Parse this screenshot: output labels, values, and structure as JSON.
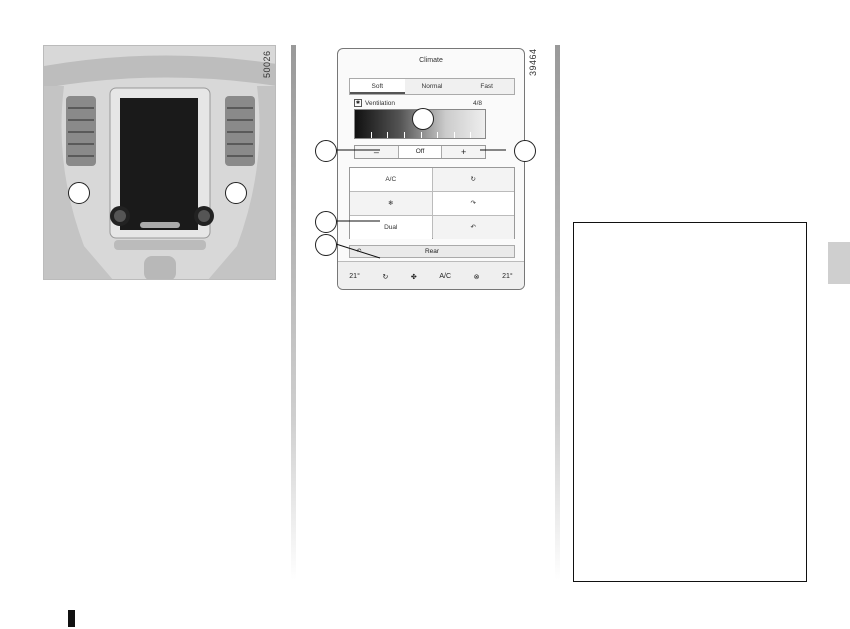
{
  "figure1": {
    "number": "50026",
    "callouts": [
      "",
      ""
    ]
  },
  "figure2": {
    "number": "39464",
    "screen_title": "Climate",
    "modes": [
      "Soft",
      "Normal",
      "Fast"
    ],
    "active_mode": "Soft",
    "ventilation_label": "Ventilation",
    "ventilation_value": "4/8",
    "ventilation_level": 0.5,
    "minus": "–",
    "off": "Off",
    "plus": "+",
    "buttons": [
      "A/C",
      "↻",
      "❄",
      "↷",
      "Dual",
      "↶"
    ],
    "rear_label": "Rear",
    "back_glyph": "↶",
    "temp_left": "21°",
    "temp_right": "21°",
    "bottom_ac": "A/C",
    "callouts": [
      "",
      "",
      "",
      ""
    ]
  }
}
